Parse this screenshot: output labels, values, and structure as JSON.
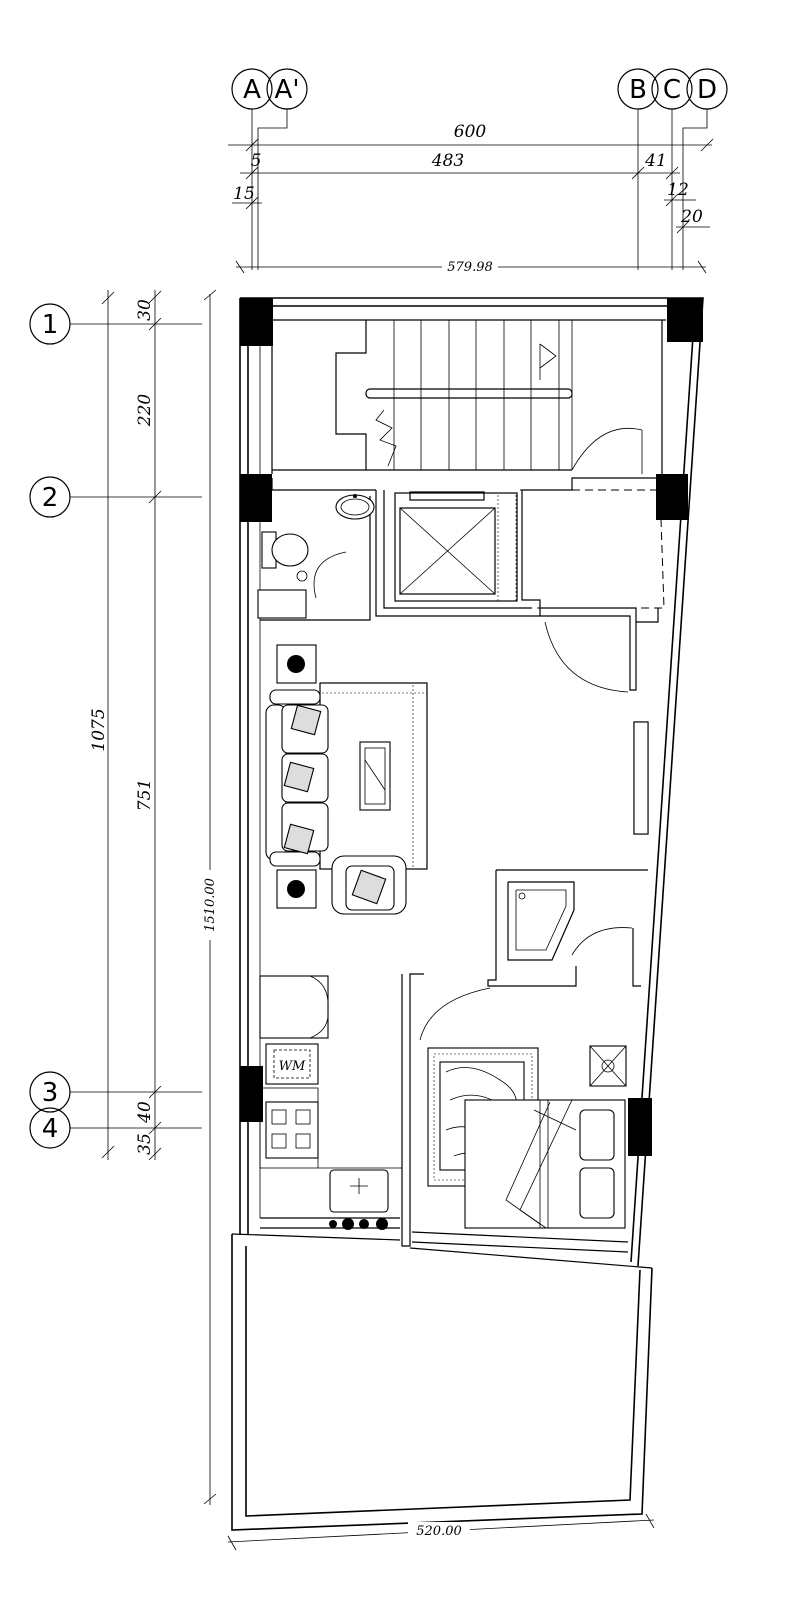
{
  "grid_axes_top": [
    "A",
    "A'",
    "B",
    "C",
    "D"
  ],
  "grid_axes_left": [
    "1",
    "2",
    "3",
    "4"
  ],
  "dimensions_top": {
    "overall": "600",
    "a_offset": "5",
    "span_ab": "483",
    "span_bc": "41",
    "a_sub": "15",
    "c_sub": "12",
    "d_sub": "20",
    "measured_width": "579.98"
  },
  "dimensions_left": {
    "overall": "1075",
    "span_12": "220",
    "span_23": "751",
    "top_30": "30",
    "seg_35": "35",
    "seg_40": "40",
    "measured_height": "1510.00"
  },
  "dimensions_bottom": {
    "measured_width": "520.00"
  },
  "labels": {
    "washing_machine": "WM"
  }
}
